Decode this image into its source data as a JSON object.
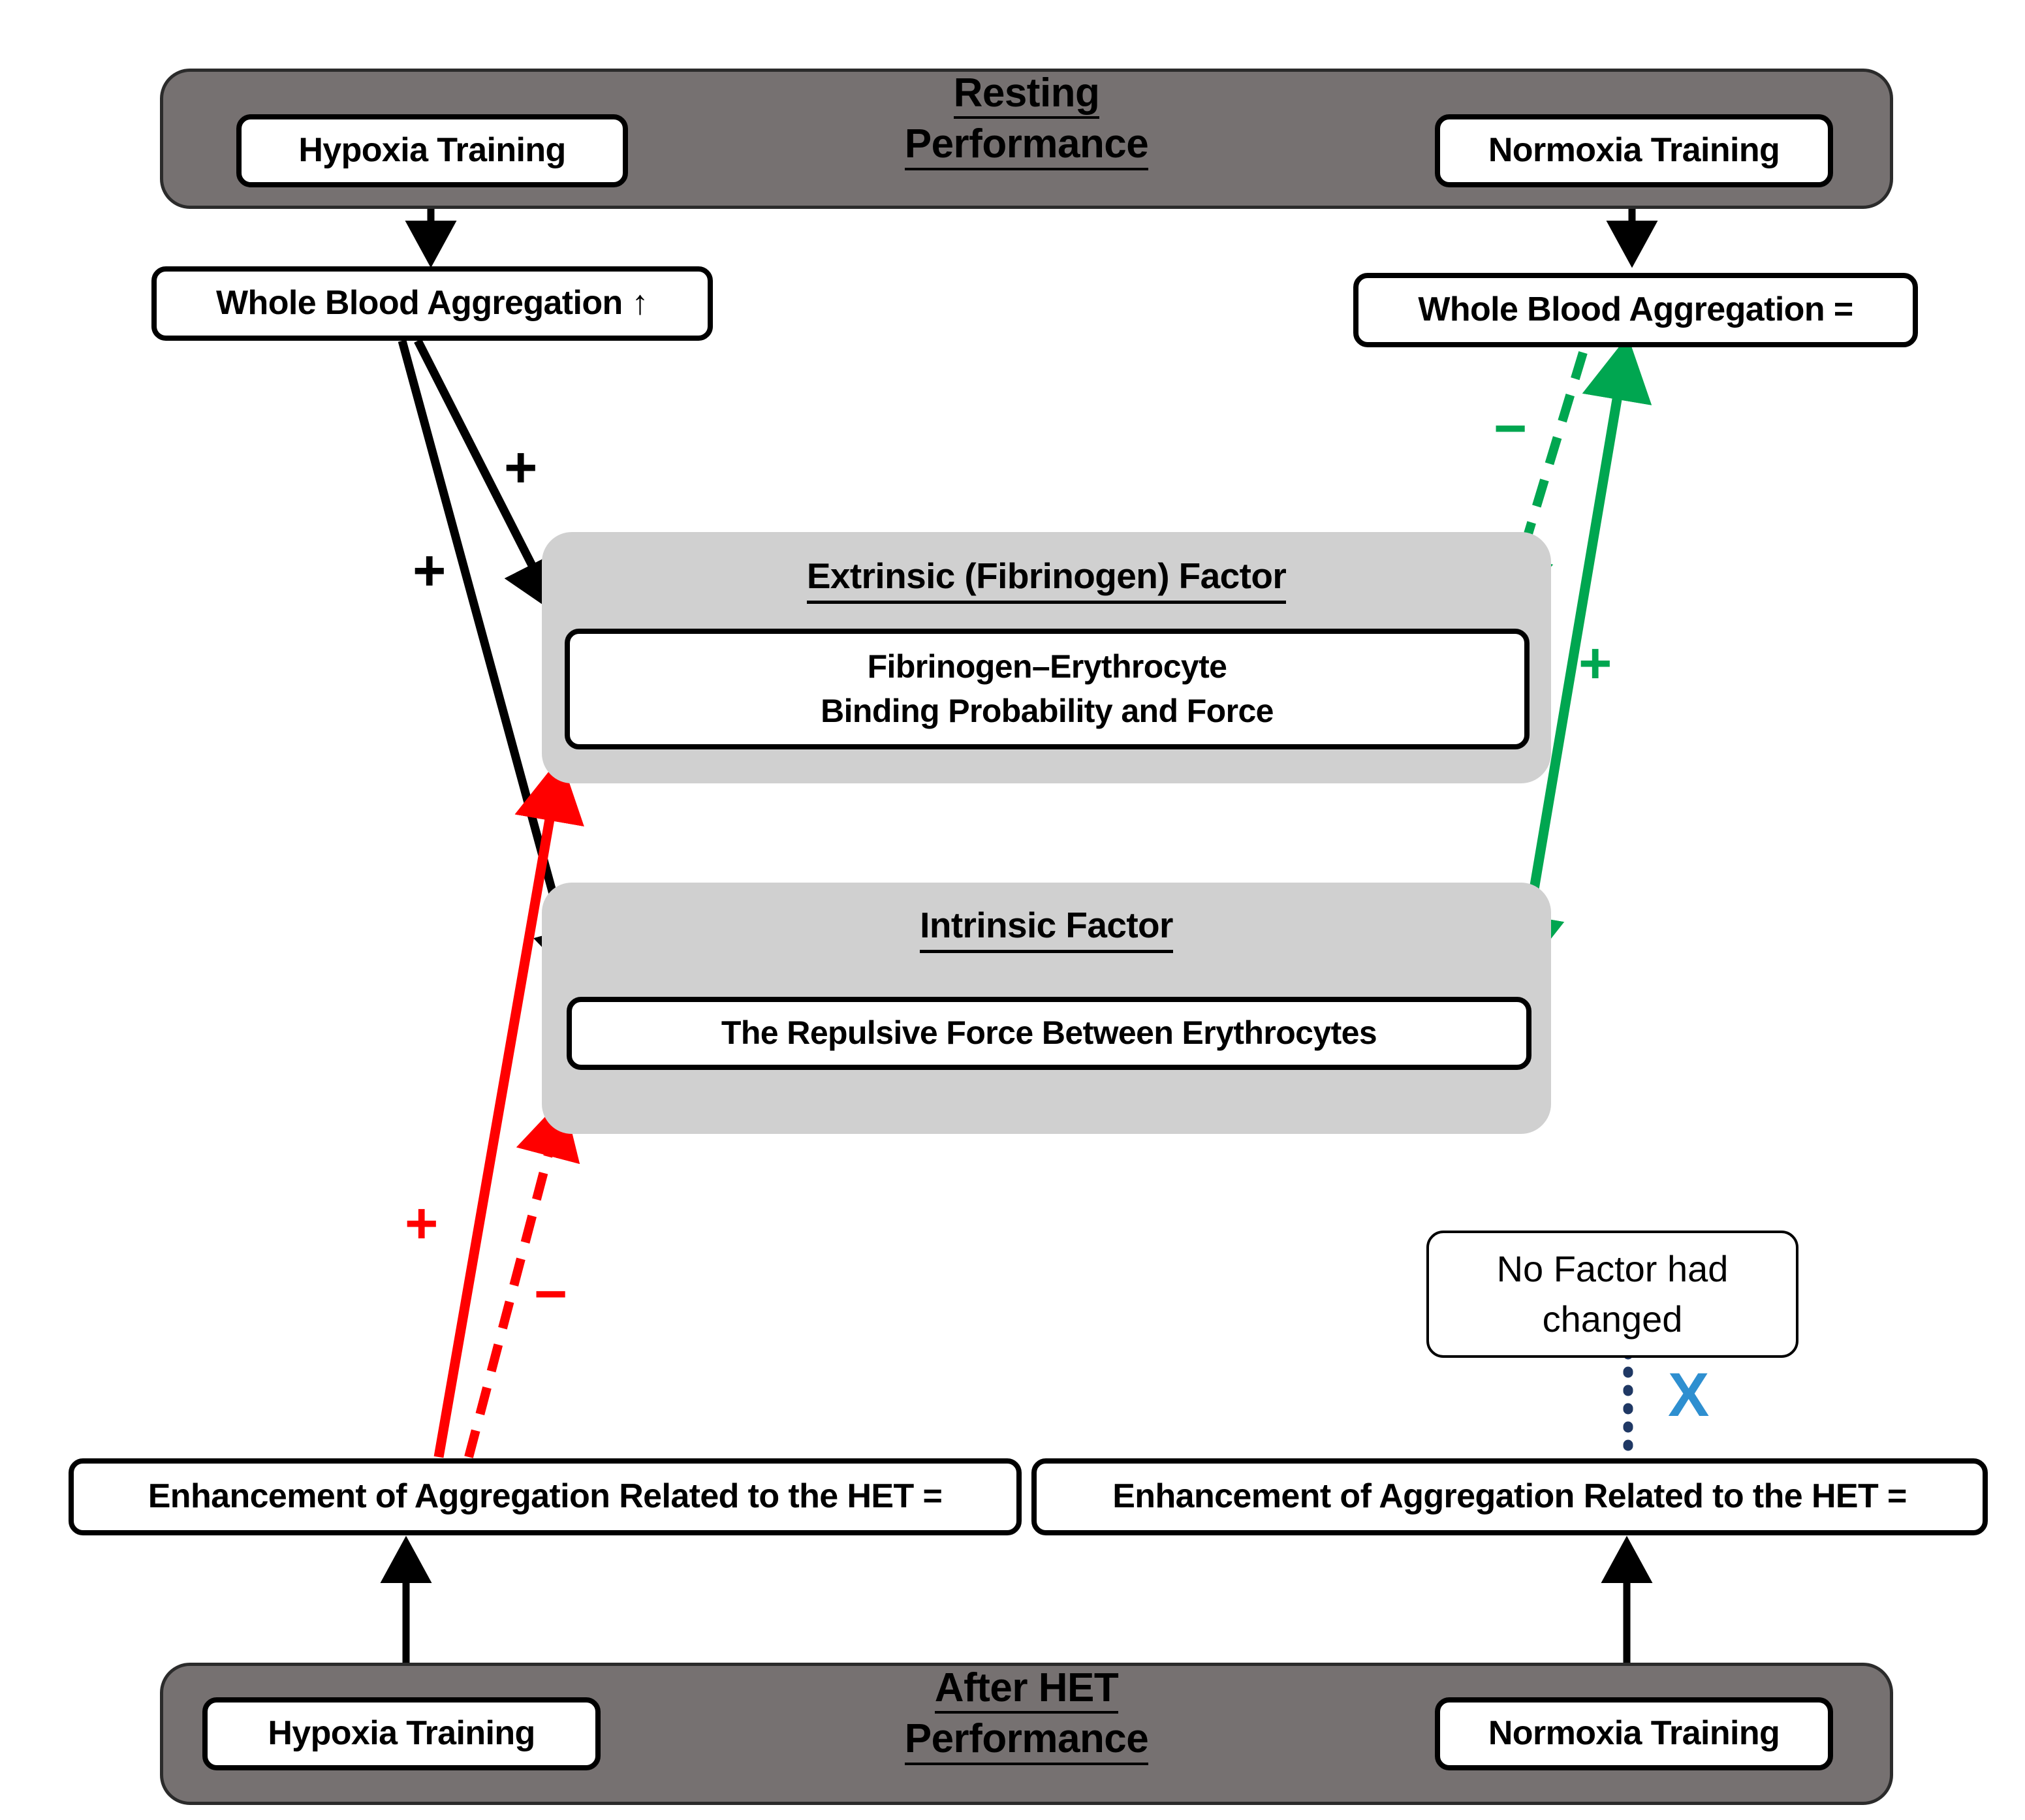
{
  "diagram": {
    "title_top": [
      "Resting",
      "Performance"
    ],
    "title_bottom": [
      "After HET",
      "Performance"
    ],
    "colors": {
      "banner": "#767171",
      "panel": "#d0d0d0",
      "black": "#000000",
      "red": "#FF0000",
      "green": "#00A650",
      "blue_x": "#2E8FD0",
      "blue_dotted": "#1F3864"
    }
  },
  "top_section": {
    "title_line1": "Resting",
    "title_line2": "Performance",
    "hypoxia_label": "Hypoxia Training",
    "normoxia_label": "Normoxia Training",
    "left_outcome": "Whole Blood Aggregation ↑",
    "right_outcome": "Whole Blood Aggregation ="
  },
  "factors": {
    "extrinsic": {
      "title": "Extrinsic (Fibrinogen)  Factor",
      "body_line1": "Fibrinogen–Erythrocyte",
      "body_line2": "Binding Probability and  Force"
    },
    "intrinsic": {
      "title": "Intrinsic Factor",
      "body_line1": "The Repulsive Force Between Erythrocytes"
    }
  },
  "bottom_section": {
    "title_line1": "After HET",
    "title_line2": "Performance",
    "hypoxia_label": "Hypoxia Training",
    "normoxia_label": "Normoxia Training",
    "left_outcome": "Enhancement of Aggregation Related to the HET =",
    "right_outcome": "Enhancement of Aggregation Related to the HET =",
    "no_factor_line1": "No Factor had",
    "no_factor_line2": "changed",
    "blocked_marker": "X"
  },
  "signs": {
    "black_plus_upper": "+",
    "black_plus_lower": "+",
    "green_minus": "−",
    "green_plus": "+",
    "red_plus": "+",
    "red_minus": "−"
  }
}
